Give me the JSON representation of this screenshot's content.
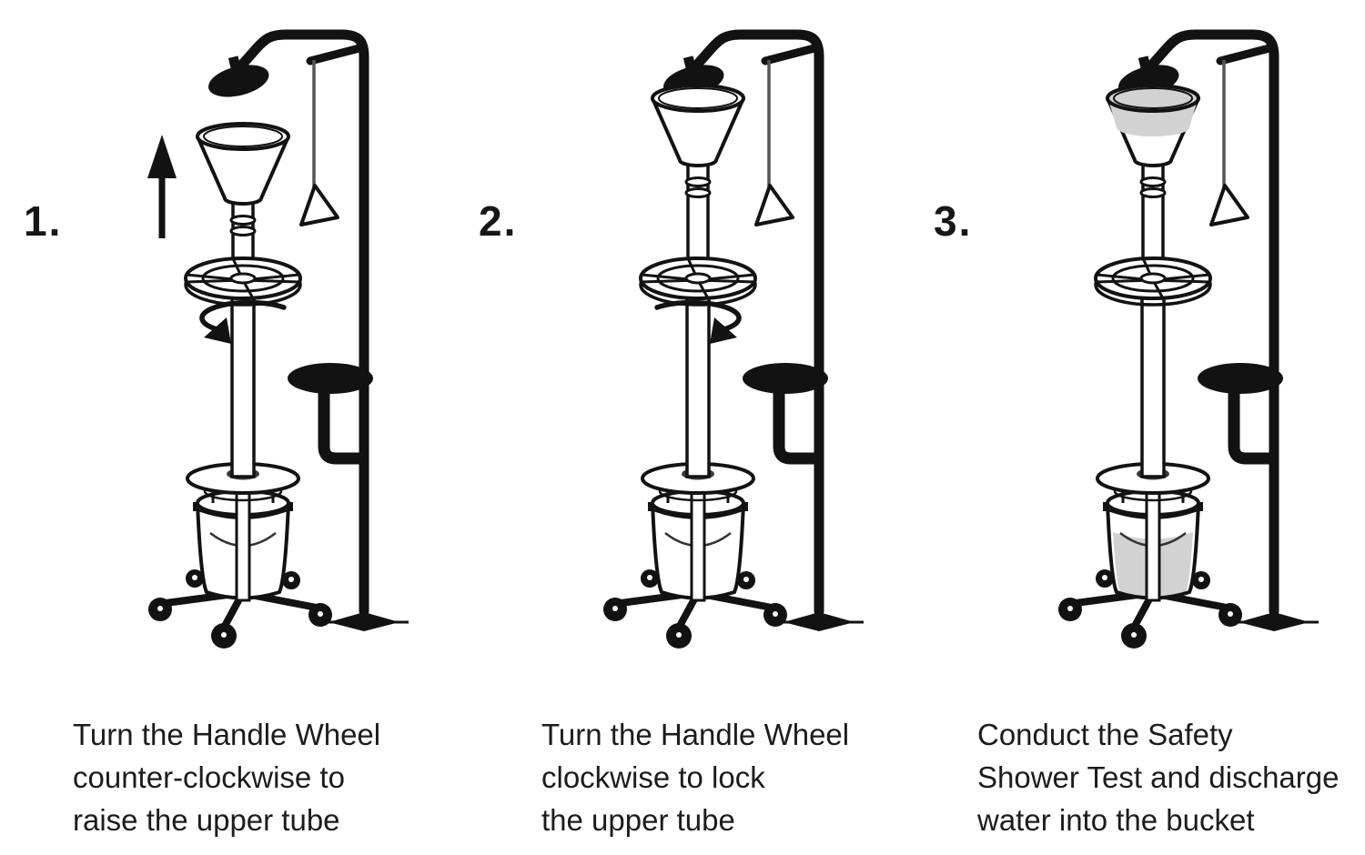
{
  "colors": {
    "ink": "#121212",
    "water": "#d2d2d2",
    "rod": "#555555",
    "background": "#ffffff"
  },
  "steps": [
    {
      "number": "1.",
      "caption_lines": [
        "Turn the Handle Wheel",
        "counter-clockwise to",
        "raise the upper tube"
      ],
      "figure": {
        "funnel_position": "lowered",
        "up_arrow": true,
        "rotation": "counter-clockwise",
        "funnel_filled": false,
        "bucket_filled": false
      }
    },
    {
      "number": "2.",
      "caption_lines": [
        "Turn the Handle Wheel",
        "clockwise to lock",
        "the upper tube"
      ],
      "figure": {
        "funnel_position": "raised",
        "up_arrow": false,
        "rotation": "clockwise",
        "funnel_filled": false,
        "bucket_filled": false
      }
    },
    {
      "number": "3.",
      "caption_lines": [
        "Conduct the Safety",
        "Shower Test and discharge",
        "water into the bucket"
      ],
      "figure": {
        "funnel_position": "raised",
        "up_arrow": false,
        "rotation": "none",
        "funnel_filled": true,
        "bucket_filled": true
      }
    }
  ]
}
